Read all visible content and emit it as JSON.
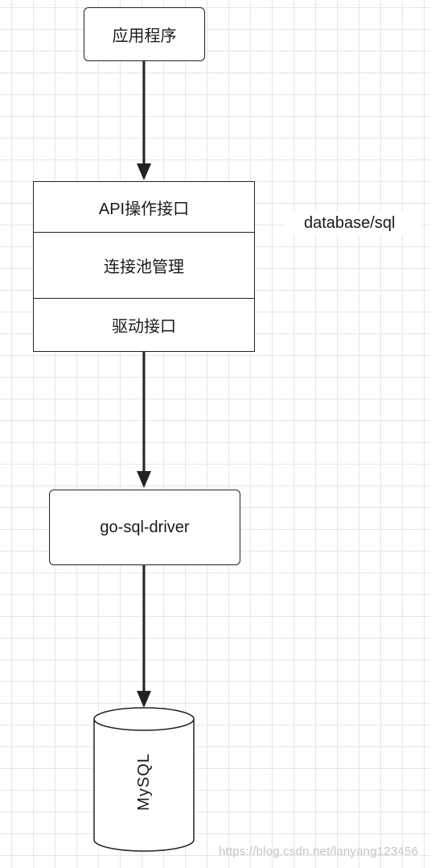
{
  "nodes": {
    "app": "应用程序",
    "database_sql": {
      "label": "database/sql",
      "sections": [
        "API操作接口",
        "连接池管理",
        "驱动接口"
      ]
    },
    "driver": "go-sql-driver",
    "mysql": "MySQL"
  },
  "watermark": "https://blog.csdn.net/lanyang123456"
}
